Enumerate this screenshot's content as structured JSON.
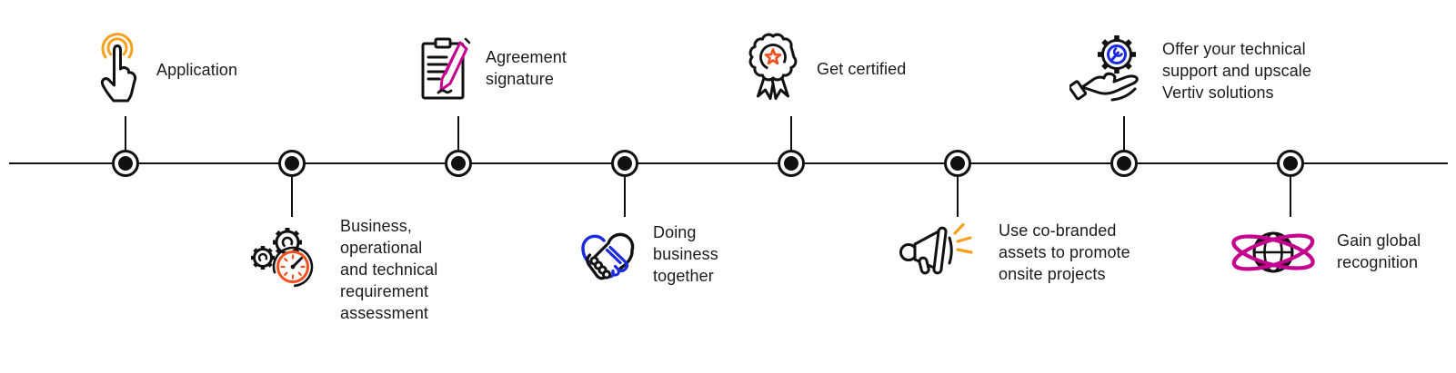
{
  "diagram": {
    "type": "horizontal-timeline",
    "node_count": 8,
    "steps": [
      {
        "id": 1,
        "position": "above",
        "icon": "tap-gesture-icon",
        "label": [
          "Application"
        ]
      },
      {
        "id": 2,
        "position": "below",
        "icon": "gears-gauge-icon",
        "label": [
          "Business,",
          "operational",
          "and technical",
          "requirement",
          "assessment"
        ]
      },
      {
        "id": 3,
        "position": "above",
        "icon": "agreement-signature-icon",
        "label": [
          "Agreement",
          "signature"
        ]
      },
      {
        "id": 4,
        "position": "below",
        "icon": "handshake-icon",
        "label": [
          "Doing",
          "business",
          "together"
        ]
      },
      {
        "id": 5,
        "position": "above",
        "icon": "certification-badge-icon",
        "label": [
          "Get certified"
        ]
      },
      {
        "id": 6,
        "position": "below",
        "icon": "megaphone-icon",
        "label": [
          "Use co-branded",
          "assets to promote",
          "onsite projects"
        ]
      },
      {
        "id": 7,
        "position": "above",
        "icon": "hand-gear-icon",
        "label": [
          "Offer your technical",
          "support and upscale",
          "Vertiv solutions"
        ]
      },
      {
        "id": 8,
        "position": "below",
        "icon": "globe-orbit-icon",
        "label": [
          "Gain global",
          "recognition"
        ]
      }
    ],
    "colors": {
      "ink": "#111111",
      "text": "#1b1b1b",
      "orange": "#F5A01E",
      "red_orange": "#F0511F",
      "magenta": "#C4008F",
      "blue": "#1B2ADF"
    }
  }
}
